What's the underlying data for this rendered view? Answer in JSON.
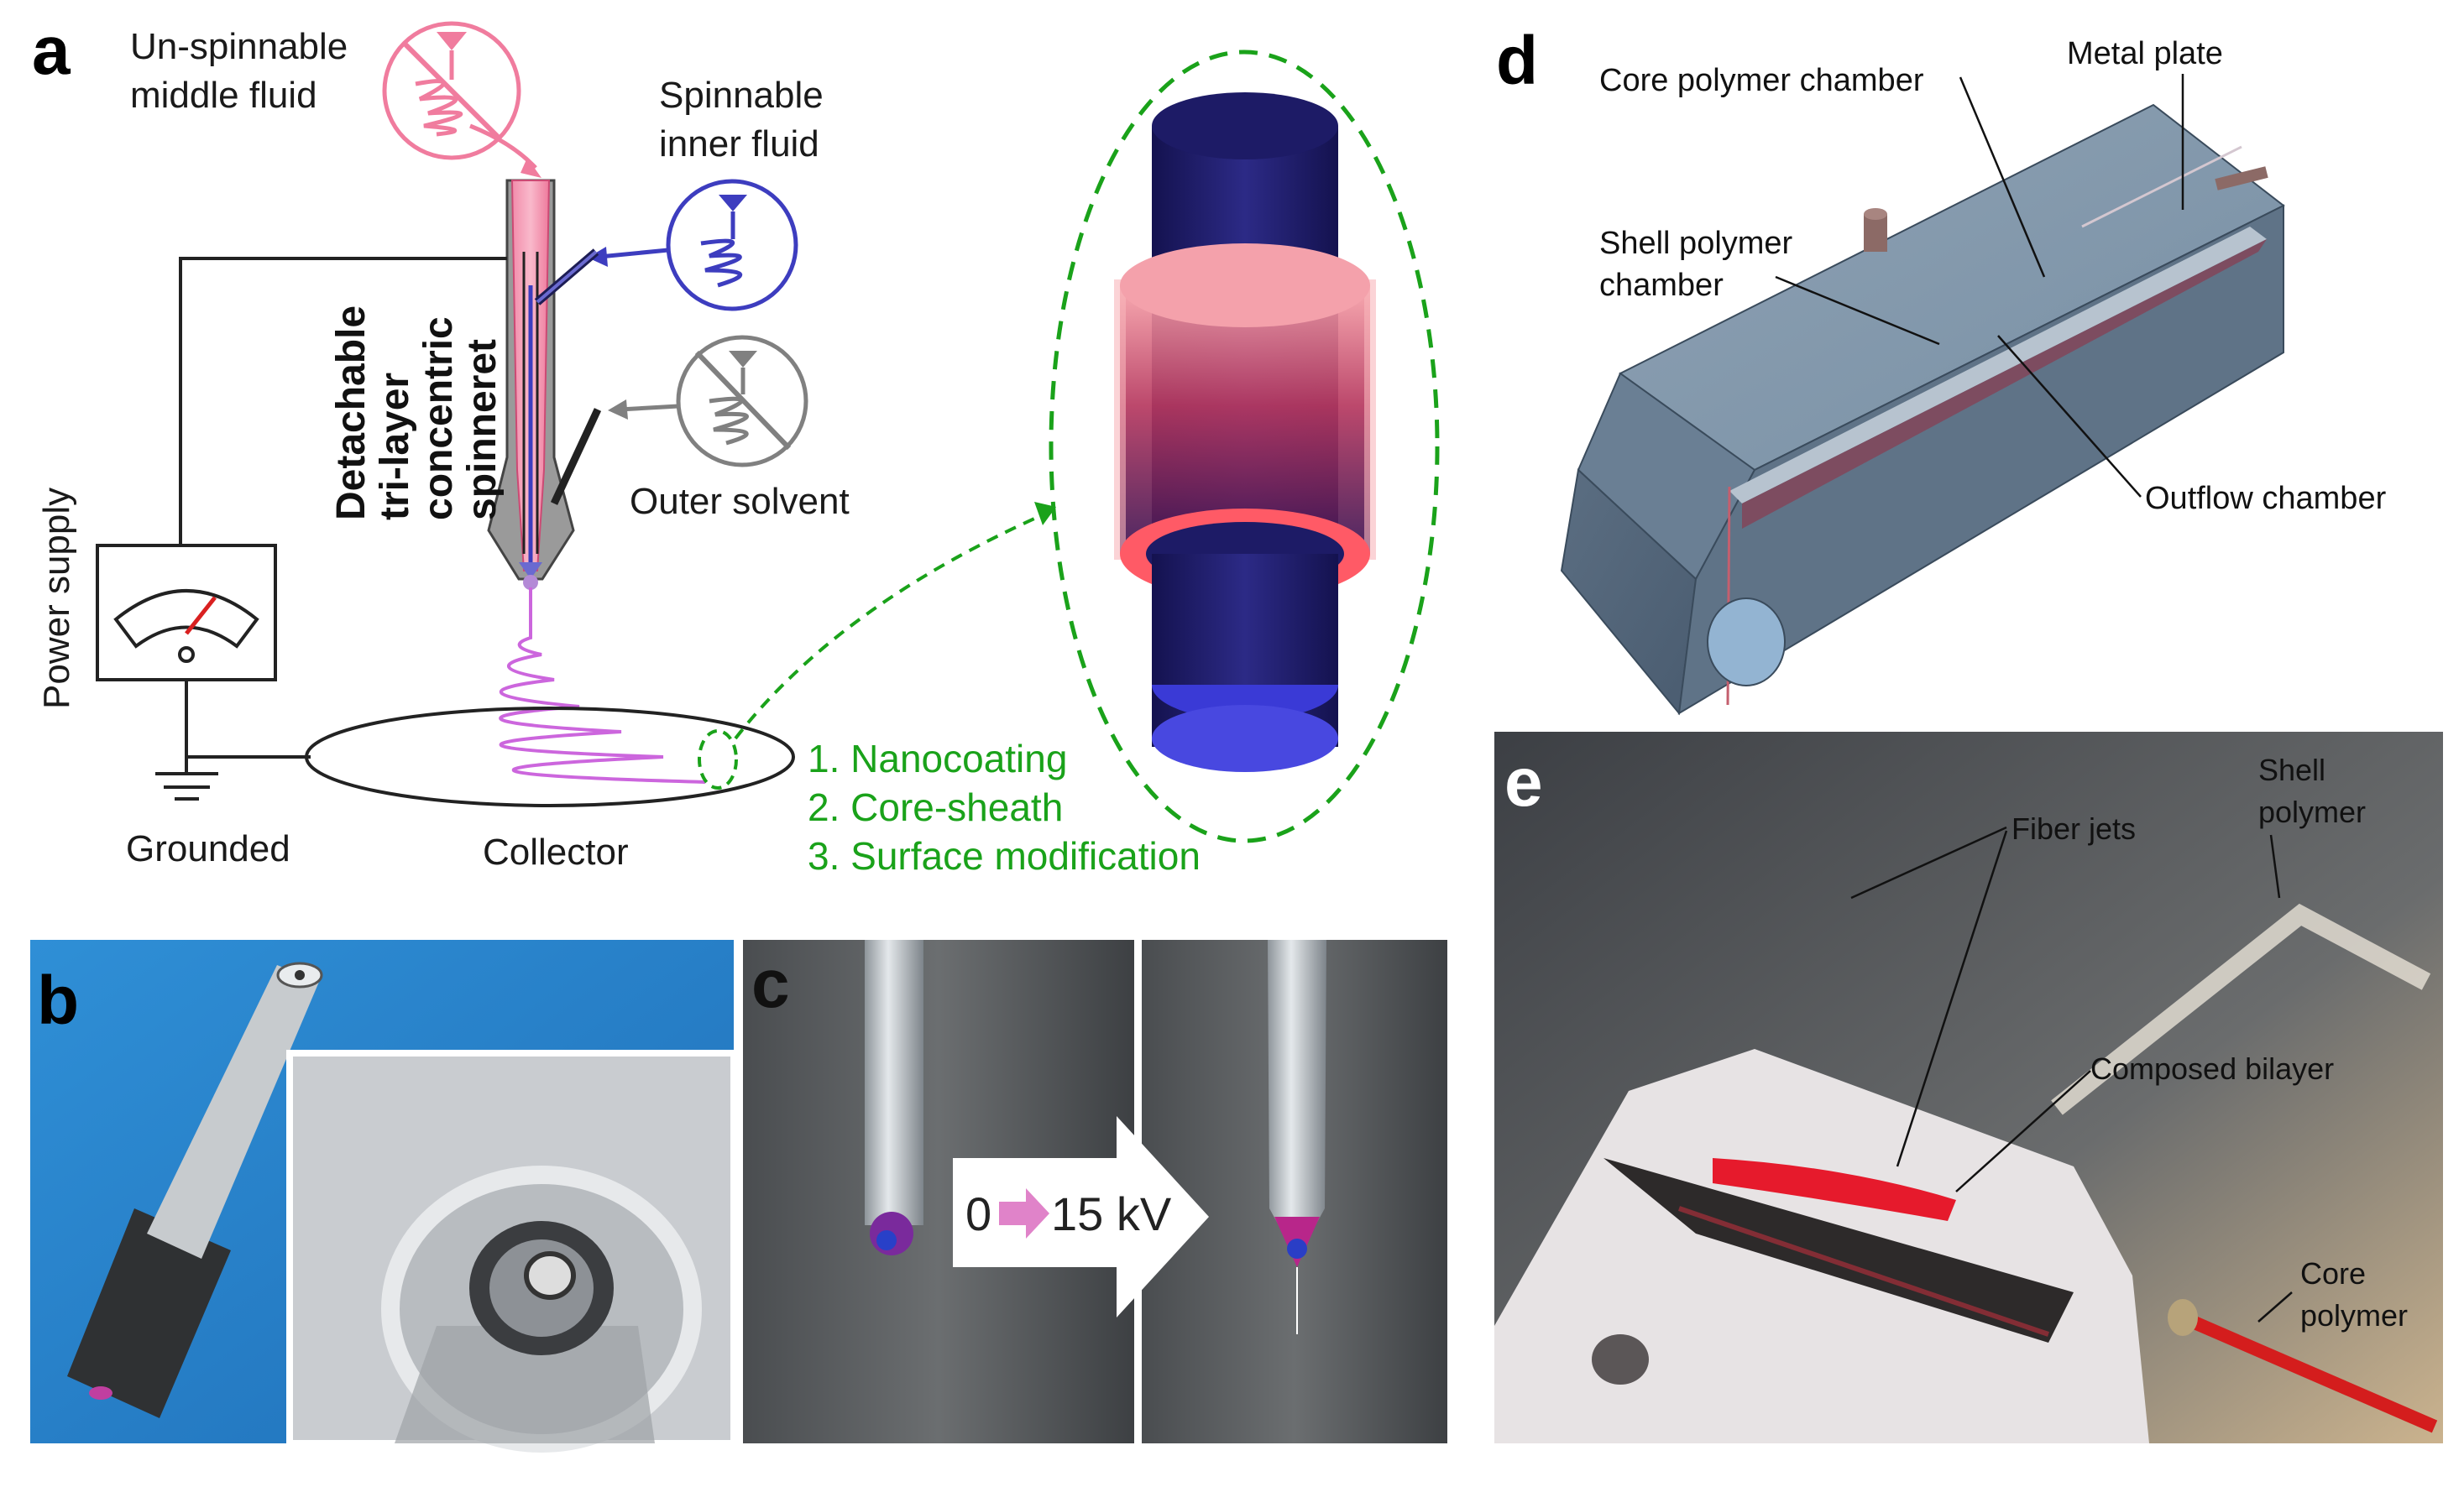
{
  "panel_a": {
    "label": "a",
    "middle_fluid": [
      "Un-spinnable",
      "middle fluid"
    ],
    "inner_fluid": [
      "Spinnable",
      "inner fluid"
    ],
    "outer_solvent": "Outer solvent",
    "spinneret": [
      "Detachable",
      "tri-layer",
      "concentric",
      "spinneret"
    ],
    "power_supply": "Power supply",
    "grounded": "Grounded",
    "collector": "Collector",
    "applications": [
      "1. Nanocoating",
      "2. Core-sheath",
      "3. Surface modification"
    ],
    "colors": {
      "middle": "#f07c9e",
      "inner": "#3d3dbf",
      "outer": "#808080",
      "annotation": "#1aa21a"
    }
  },
  "panel_b": {
    "label": "b"
  },
  "panel_c": {
    "label": "c",
    "voltage_from": "0",
    "voltage_to": "15 kV"
  },
  "panel_d": {
    "label": "d",
    "core_chamber": "Core polymer chamber",
    "metal_plate": "Metal plate",
    "shell_chamber": [
      "Shell polymer",
      "chamber"
    ],
    "outflow_chamber": "Outflow  chamber"
  },
  "panel_e": {
    "label": "e",
    "fiber_jets": "Fiber jets",
    "shell_polymer": [
      "Shell",
      "polymer"
    ],
    "composed_bilayer": "Composed bilayer",
    "core_polymer": [
      "Core",
      "polymer"
    ]
  }
}
